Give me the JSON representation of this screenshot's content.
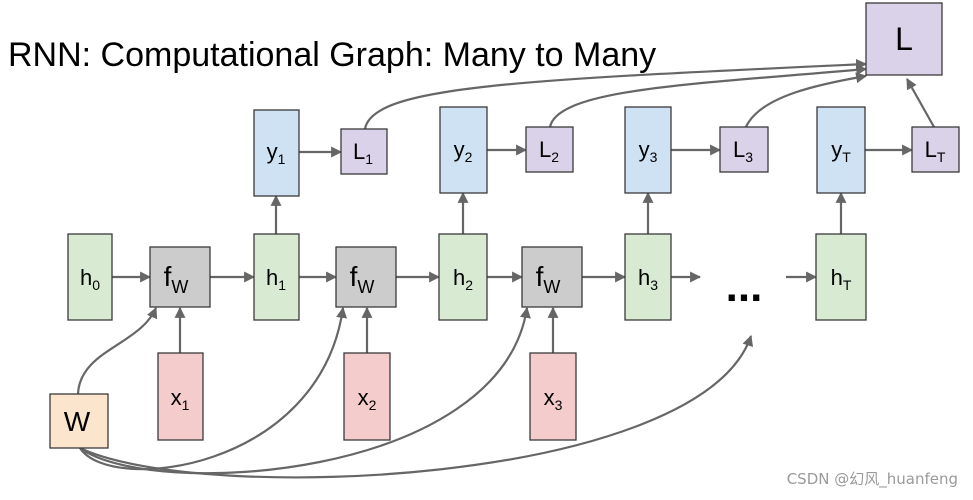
{
  "title": "RNN: Computational Graph: Many to Many",
  "watermark": "CSDN @幻风_huanfeng",
  "ellipsis": "...",
  "colors": {
    "hidden": "#d9ead3",
    "output": "#cfe2f3",
    "loss": "#d9d2e9",
    "function": "#cccccc",
    "input": "#f4cccc",
    "weight": "#fce5cd",
    "edge": "#666666"
  },
  "nodes": {
    "h0": {
      "base": "h",
      "sub": "0"
    },
    "h1": {
      "base": "h",
      "sub": "1"
    },
    "h2": {
      "base": "h",
      "sub": "2"
    },
    "h3": {
      "base": "h",
      "sub": "3"
    },
    "hT": {
      "base": "h",
      "sub": "T"
    },
    "fw1": {
      "base": "f",
      "sub": "W"
    },
    "fw2": {
      "base": "f",
      "sub": "W"
    },
    "fw3": {
      "base": "f",
      "sub": "W"
    },
    "x1": {
      "base": "x",
      "sub": "1"
    },
    "x2": {
      "base": "x",
      "sub": "2"
    },
    "x3": {
      "base": "x",
      "sub": "3"
    },
    "y1": {
      "base": "y",
      "sub": "1"
    },
    "y2": {
      "base": "y",
      "sub": "2"
    },
    "y3": {
      "base": "y",
      "sub": "3"
    },
    "yT": {
      "base": "y",
      "sub": "T"
    },
    "L1": {
      "base": "L",
      "sub": "1"
    },
    "L2": {
      "base": "L",
      "sub": "2"
    },
    "L3": {
      "base": "L",
      "sub": "3"
    },
    "LT": {
      "base": "L",
      "sub": "T"
    },
    "L": {
      "base": "L",
      "sub": ""
    },
    "W": {
      "base": "W",
      "sub": ""
    }
  }
}
